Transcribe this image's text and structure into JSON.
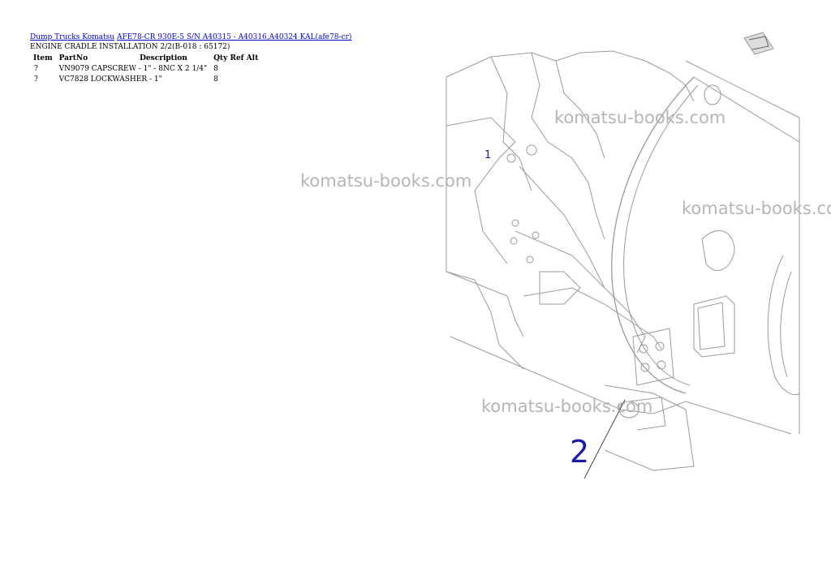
{
  "breadcrumb": {
    "link1": "Dump Trucks Komatsu",
    "link2": "AFE78-CR 930E-5 S/N A40315 - A40316,A40324 KAL(afe78-cr)"
  },
  "page_title": "ENGINE CRADLE INSTALLATION 2/2(B-018 : 65172)",
  "table": {
    "headers": [
      "Item",
      "PartNo",
      "Description",
      "Qty",
      "Ref",
      "Alt"
    ],
    "rows": [
      {
        "item": "?",
        "partno": "VN9079",
        "description": "CAPSCREW - 1\" - 8NC X 2 1/4\"",
        "qty": "8"
      },
      {
        "item": "?",
        "partno": "VC7828",
        "description": "LOCKWASHER - 1\"",
        "qty": "8"
      }
    ]
  },
  "watermark": "komatsu-books.com",
  "callouts": {
    "one": "1",
    "two": "2"
  },
  "colors": {
    "link": "#0000cc",
    "callout": "#1a1aa6",
    "watermark": "#a9a9a9"
  }
}
